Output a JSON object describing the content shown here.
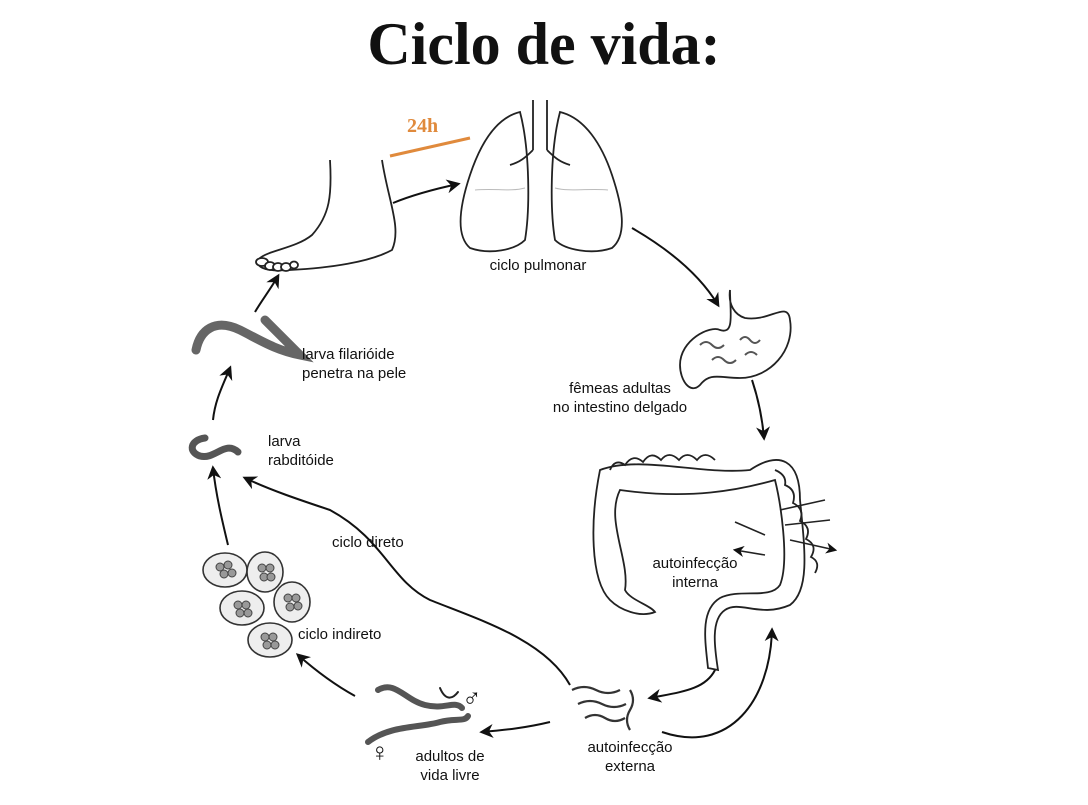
{
  "title": "Ciclo de vida:",
  "accent_color": "#e08a3c",
  "time_tag": "24h",
  "labels": {
    "pulmonary": "ciclo pulmonar",
    "females_line1": "fêmeas adultas",
    "females_line2": "no intestino delgado",
    "internal_line1": "autoinfecção",
    "internal_line2": "interna",
    "external_line1": "autoinfecção",
    "external_line2": "externa",
    "free_adults_line1": "adultos de",
    "free_adults_line2": "vida livre",
    "indirect": "ciclo indireto",
    "direct": "ciclo direto",
    "rhabditoid_line1": "larva",
    "rhabditoid_line2": "rabditóide",
    "filarioid_line1": "larva filarióide",
    "filarioid_line2": "penetra na pele"
  },
  "symbols": {
    "male": "♂",
    "female": "♀"
  }
}
